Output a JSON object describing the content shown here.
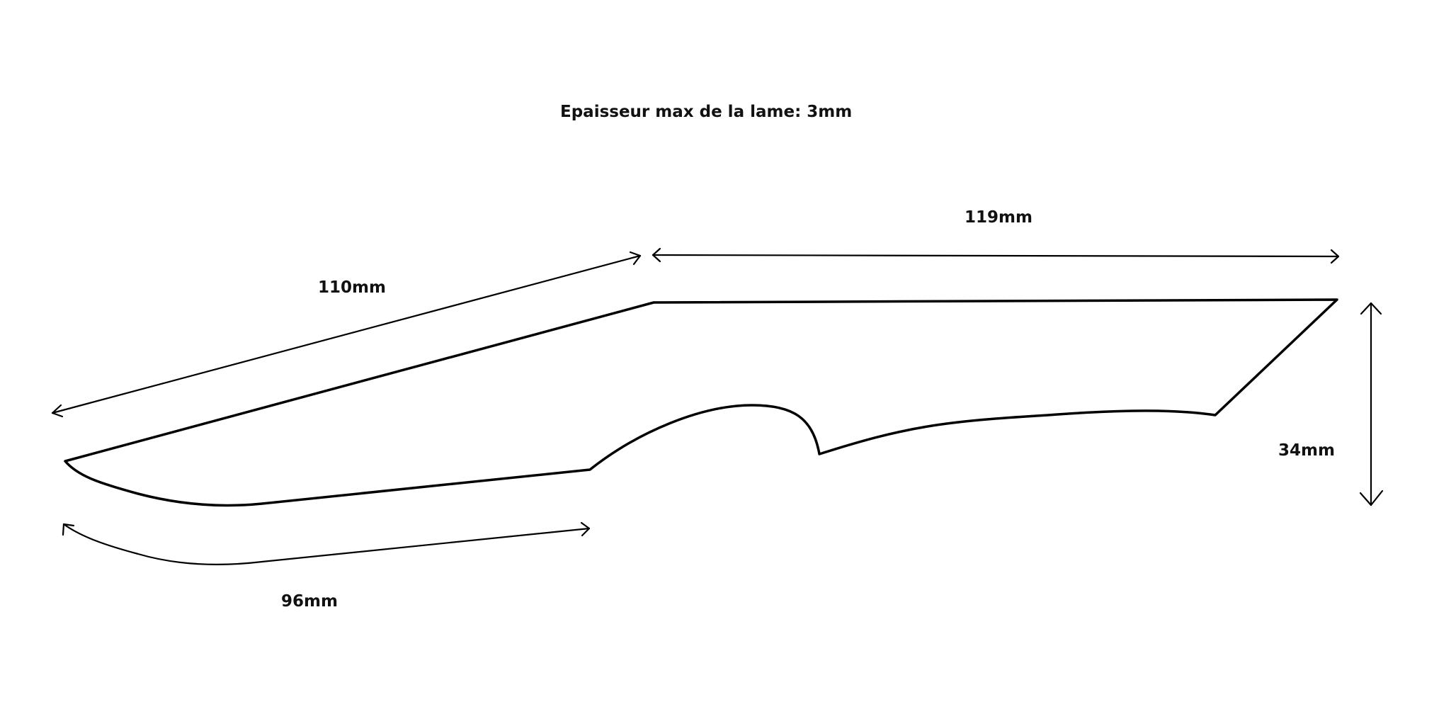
{
  "title": "Epaisseur max de la lame: 3mm",
  "dimensions": {
    "spine_top": "119mm",
    "spine_slope": "110mm",
    "height": "34mm",
    "edge": "96mm"
  },
  "colors": {
    "line": "#000000",
    "text": "#111111",
    "background": "#ffffff"
  }
}
